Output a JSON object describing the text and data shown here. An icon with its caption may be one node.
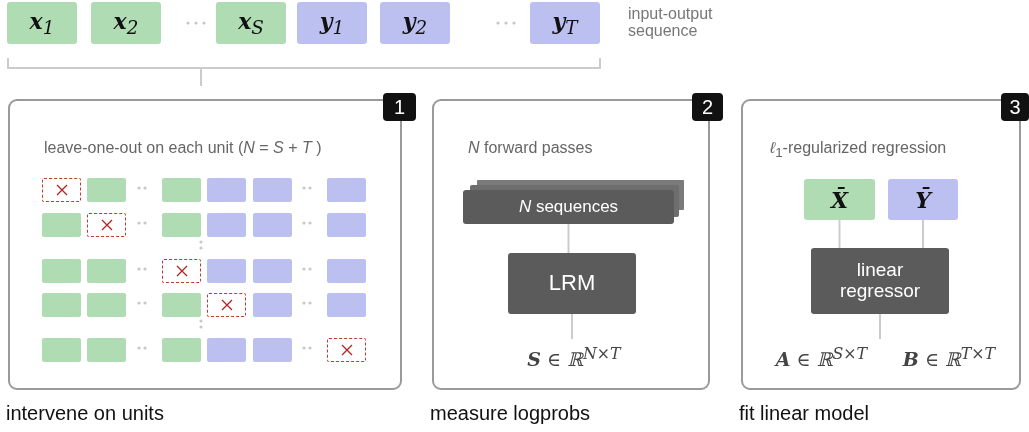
{
  "diagram": {
    "nodes": [
      {
        "text": [
          "**x**$_{1}$"
        ]
      },
      {
        "text": [
          "**x**$_{2}$"
        ]
      },
      {
        "text": [
          "**x**$_{S}$"
        ]
      },
      {
        "text": [
          "**y**$_{1}$"
        ]
      },
      {
        "text": [
          "**y**$_{2}$"
        ]
      },
      {
        "text": [
          "**y**$_{T}$"
        ]
      },
      {
        "text": [
          "leave-one-out on each unit (*N* = *S* + *T* )"
        ],
        "beside": [
          "intervene on units"
        ]
      },
      {
        "text": [
          "1"
        ]
      },
      {
        "text": [],
        "shape": "box",
        "in": 6
      },
      {
        "text": [],
        "shape": "box",
        "in": 6
      },
      {
        "text": [],
        "shape": "box",
        "in": 6
      },
      {
        "text": [],
        "shape": "box",
        "in": 6
      },
      {
        "text": [],
        "shape": "box",
        "in": 6
      },
      {
        "text": [],
        "shape": "box",
        "in": 6
      },
      {
        "text": [],
        "shape": "box",
        "in": 6
      },
      {
        "text": [],
        "shape": "box",
        "in": 6
      },
      {
        "text": [],
        "shape": "box",
        "in": 6
      },
      {
        "text": [],
        "shape": "box",
        "in": 6
      },
      {
        "text": [],
        "shape": "box",
        "in": 6
      },
      {
        "text": [],
        "shape": "box",
        "in": 6
      },
      {
        "text": [],
        "shape": "box",
        "in": 6
      },
      {
        "text": [],
        "shape": "box",
        "in": 6
      },
      {
        "text": [],
        "shape": "box",
        "in": 6
      },
      {
        "text": [],
        "shape": "box",
        "in": 6
      },
      {
        "text": [],
        "shape": "box",
        "in": 6
      },
      {
        "text": [],
        "shape": "box",
        "in": 6
      },
      {
        "text": [],
        "shape": "box",
        "in": 6
      },
      {
        "text": [],
        "shape": "box",
        "in": 6
      },
      {
        "text": [],
        "shape": "box",
        "in": 6
      },
      {
        "text": [],
        "shape": "box",
        "in": 6
      },
      {
        "text": [],
        "shape": "box",
        "in": 6
      },
      {
        "text": [],
        "shape": "box",
        "in": 6
      },
      {
        "text": [],
        "shape": "box",
        "in": 6
      },
      {
        "text": [],
        "shape": "box",
        "in": 6
      },
      {
        "text": [],
        "shape": "box",
        "in": 6
      },
      {
        "text": [],
        "shape": "box",
        "in": 6
      },
      {
        "text": [],
        "shape": "box",
        "in": 6
      },
      {
        "text": [],
        "shape": "box",
        "in": 6
      },
      {
        "text": [
          "*N* forward passes"
        ],
        "beside": [
          "measure logprobs"
        ]
      },
      {
        "text": [
          "2"
        ]
      },
      {
        "text": [
          "*N* sequences"
        ],
        "in": 38
      },
      {
        "text": [
          "LRM"
        ],
        "in": 38
      },
      {
        "text": [
          "**S** ∈ ℝ$^{N×T}$"
        ],
        "in": 38
      },
      {
        "text": [
          "*ℓ*$_{1}$-regularized regression"
        ],
        "beside": [
          "fit linear model"
        ]
      },
      {
        "text": [
          "3"
        ]
      },
      {
        "text": [
          "**X̄**"
        ],
        "in": 43
      },
      {
        "text": [
          "**Ȳ**"
        ],
        "in": 43
      },
      {
        "text": [
          "linear regressor"
        ],
        "in": 43
      },
      {
        "text": [
          "**A** ∈ ℝ$^{S×T}$",
          "**B** ∈ ℝ$^{T×T}$"
        ],
        "in": 43
      }
    ],
    "edges": [
      {
        "from": 40,
        "to": 41,
        "arrow": "none"
      },
      {
        "from": 41,
        "to": 42,
        "arrow": "none"
      },
      {
        "from": 45,
        "to": 47,
        "arrow": "none"
      },
      {
        "from": 46,
        "to": 47,
        "arrow": "none"
      },
      {
        "from": 47,
        "to": 48,
        "arrow": "none"
      }
    ],
    "labels": [
      "input-output sequence"
    ]
  }
}
